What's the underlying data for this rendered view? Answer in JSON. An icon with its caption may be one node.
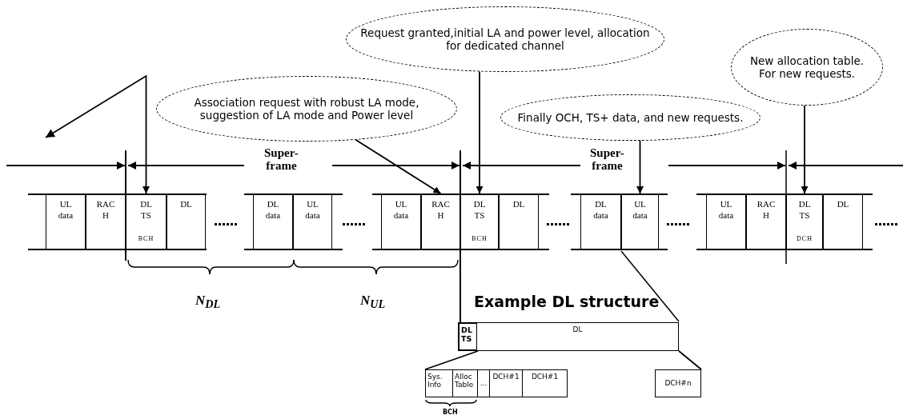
{
  "diagram": {
    "nodes": [
      {
        "text": [
          "Request granted,initial LA and power level, allocation for dedicated channel"
        ]
      },
      {
        "text": [
          "New allocation table. For new requests."
        ]
      },
      {
        "text": [
          "Association request with robust LA mode, suggestion of LA mode and Power level"
        ]
      },
      {
        "text": [
          "Finally OCH, TS+ data, and new requests."
        ]
      },
      {
        "text": [
          "UL data"
        ]
      },
      {
        "text": [
          "RAC H"
        ]
      },
      {
        "text": [
          "DL TS",
          "BCH"
        ]
      },
      {
        "text": [
          "DL"
        ]
      },
      {
        "text": [
          "DL data"
        ]
      },
      {
        "text": [
          "UL data"
        ]
      },
      {
        "text": [
          "UL data"
        ]
      },
      {
        "text": [
          "RAC H"
        ]
      },
      {
        "text": [
          "DL TS",
          "BCH"
        ]
      },
      {
        "text": [
          "DL"
        ]
      },
      {
        "text": [
          "DL data"
        ]
      },
      {
        "text": [
          "UL data"
        ]
      },
      {
        "text": [
          "UL data"
        ]
      },
      {
        "text": [
          "RAC H"
        ]
      },
      {
        "text": [
          "DL TS",
          "DCH"
        ]
      },
      {
        "text": [
          "DL"
        ]
      },
      {
        "text": [
          "DL TS"
        ]
      },
      {
        "text": [
          "DL"
        ]
      },
      {
        "text": [
          "Sys. Info"
        ]
      },
      {
        "text": [
          "Alloc Table"
        ]
      },
      {
        "text": [
          "..."
        ]
      },
      {
        "text": [
          "DCH#1"
        ]
      },
      {
        "text": [
          "DCH#1"
        ]
      },
      {
        "text": [
          "DCH#n"
        ]
      }
    ],
    "edges": [
      {
        "from": 0,
        "to": 12,
        "arrow": "to"
      },
      {
        "from": 1,
        "to": 18,
        "arrow": "to"
      },
      {
        "from": 2,
        "to": 11,
        "arrow": "to"
      },
      {
        "from": 3,
        "to": 15,
        "arrow": "to"
      },
      {
        "from": null,
        "to": 6,
        "arrow": "both"
      },
      {
        "from": 20,
        "to": 22,
        "arrow": "none"
      },
      {
        "from": 21,
        "to": 27,
        "arrow": "none"
      }
    ],
    "labels": [
      "Super- frame",
      "Super- frame",
      "N$_{DL}$",
      "N$_{UL}$",
      "Example DL structure",
      "BCH"
    ]
  }
}
